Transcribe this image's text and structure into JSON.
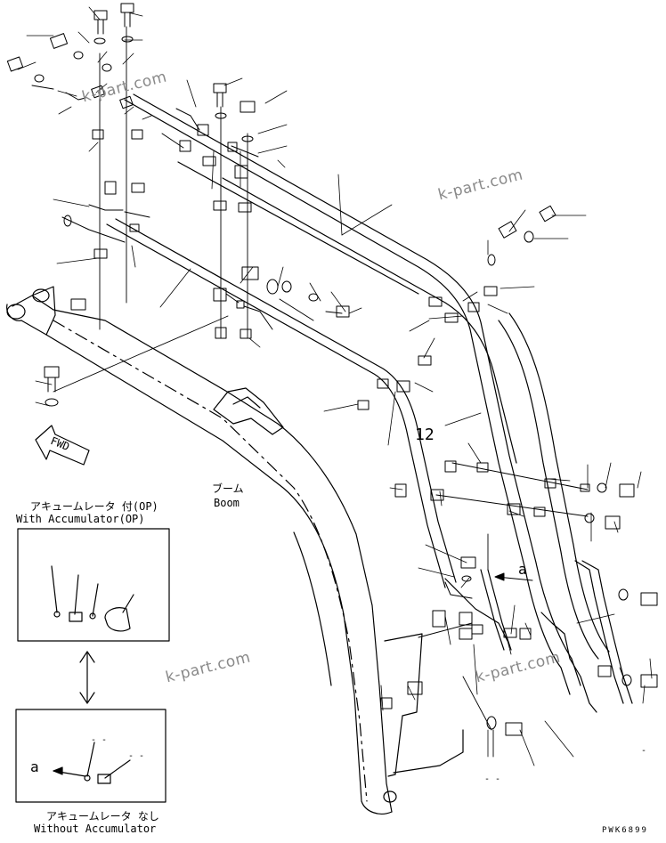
{
  "watermark": "k-part.com",
  "drawing_code": "PWK6899",
  "part_number": "12",
  "boom": {
    "jp": "ブーム",
    "en": "Boom"
  },
  "fwd_label": "FWD",
  "callout_letter": "a",
  "inset_with": {
    "jp": "アキュームレータ 付(OP)",
    "en": "With Accumulator(OP)"
  },
  "inset_without": {
    "jp": "アキュームレータ なし",
    "en": "Without Accumulator"
  },
  "dash_marks": [
    "- -",
    "- -",
    "- -",
    "-"
  ]
}
